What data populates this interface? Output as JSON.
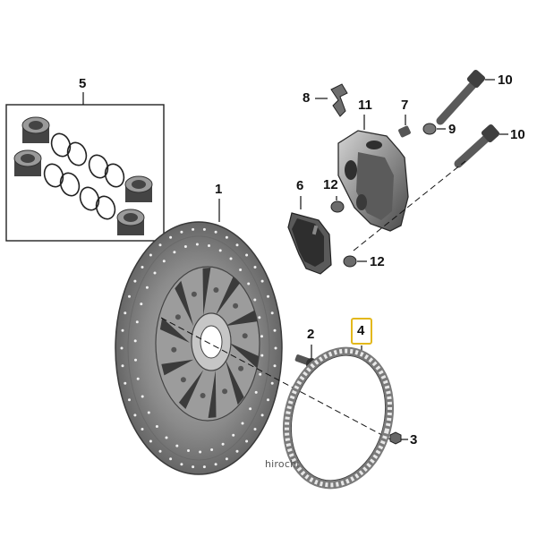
{
  "callouts": {
    "c1": "1",
    "c2": "2",
    "c3": "3",
    "c4": "4",
    "c5": "5",
    "c6": "6",
    "c7": "7",
    "c8": "8",
    "c9": "9",
    "c10a": "10",
    "c10b": "10",
    "c11": "11",
    "c12a": "12",
    "c12b": "12"
  },
  "highlighted_part": "4",
  "colors": {
    "highlight": "#e3b81c",
    "line": "#111111",
    "part": "#555555"
  },
  "watermark": "hirochi"
}
